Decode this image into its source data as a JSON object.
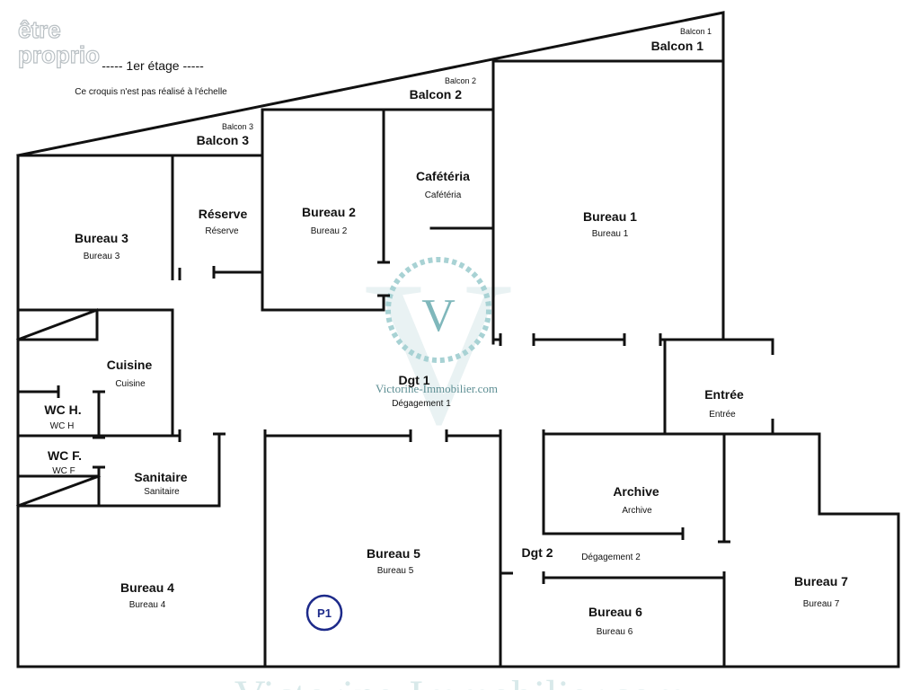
{
  "brand": {
    "line1": "être",
    "line2": "proprio"
  },
  "header": {
    "title": "----- 1er étage -----",
    "note": "Ce croquis n'est pas réalisé à l'échelle"
  },
  "watermark": {
    "letter": "V",
    "text": "Victorine-Immobilier.com",
    "bottom_text": "Victorine-Immobilier.com"
  },
  "balconies": [
    {
      "id": "balcon-1",
      "small": "Balcon 1",
      "main": "Balcon 1"
    },
    {
      "id": "balcon-2",
      "small": "Balcon 2",
      "main": "Balcon 2"
    },
    {
      "id": "balcon-3",
      "small": "Balcon 3",
      "main": "Balcon 3"
    }
  ],
  "rooms": [
    {
      "id": "bureau-3",
      "main": "Bureau 3",
      "sub": "Bureau 3"
    },
    {
      "id": "reserve",
      "main": "Réserve",
      "sub": "Réserve"
    },
    {
      "id": "bureau-2",
      "main": "Bureau 2",
      "sub": "Bureau 2"
    },
    {
      "id": "cafeteria",
      "main": "Cafétéria",
      "sub": "Cafétéria"
    },
    {
      "id": "bureau-1",
      "main": "Bureau 1",
      "sub": "Bureau 1"
    },
    {
      "id": "cuisine",
      "main": "Cuisine",
      "sub": "Cuisine"
    },
    {
      "id": "wc-h",
      "main": "WC H.",
      "sub": "WC H"
    },
    {
      "id": "wc-f",
      "main": "WC F.",
      "sub": "WC F"
    },
    {
      "id": "sanitaire",
      "main": "Sanitaire",
      "sub": "Sanitaire"
    },
    {
      "id": "dgt-1",
      "main": "Dgt 1",
      "sub": "Dégagement 1"
    },
    {
      "id": "entree",
      "main": "Entrée",
      "sub": "Entrée"
    },
    {
      "id": "archive",
      "main": "Archive",
      "sub": "Archive"
    },
    {
      "id": "bureau-5",
      "main": "Bureau 5",
      "sub": "Bureau 5"
    },
    {
      "id": "dgt-2",
      "main": "Dgt 2",
      "sub": "Dégagement 2"
    },
    {
      "id": "bureau-4",
      "main": "Bureau 4",
      "sub": "Bureau 4"
    },
    {
      "id": "bureau-6",
      "main": "Bureau 6",
      "sub": "Bureau 6"
    },
    {
      "id": "bureau-7",
      "main": "Bureau 7",
      "sub": "Bureau 7"
    }
  ],
  "marker": {
    "label": "P1",
    "color": "#1d2a8a"
  },
  "colors": {
    "wall": "#111111",
    "watermark": "#7fb7bb"
  }
}
